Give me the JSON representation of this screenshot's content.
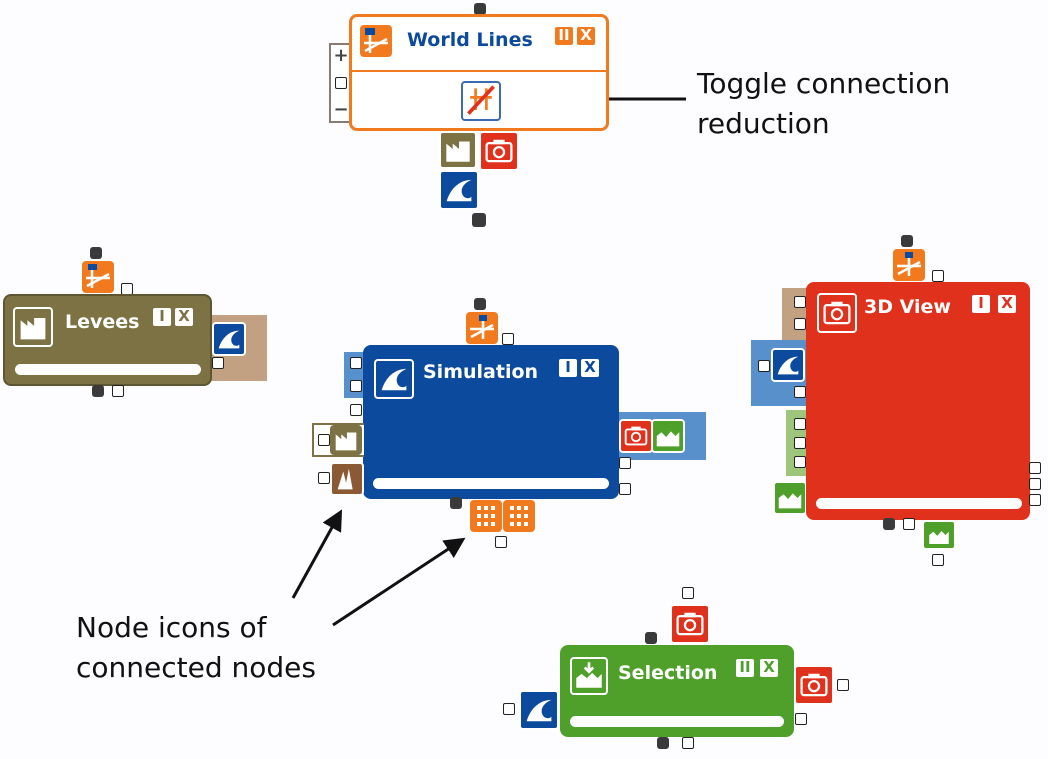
{
  "nodes": {
    "world_lines": {
      "title": "World Lines",
      "color": "#f27a1e"
    },
    "levees": {
      "title": "Levees",
      "color": "#7d7244"
    },
    "simulation": {
      "title": "Simulation",
      "color": "#0c4a9e"
    },
    "view3d": {
      "title": "3D View",
      "color": "#e0311c"
    },
    "selection": {
      "title": "Selection",
      "color": "#4fa02b"
    }
  },
  "buttons": {
    "pause": "II",
    "info": "I",
    "close": "X",
    "plus": "+",
    "minus": "−"
  },
  "annotations": {
    "toggle_line1": "Toggle connection",
    "toggle_line2": "reduction",
    "node_icons_line1": "Node icons of",
    "node_icons_line2": "connected nodes"
  },
  "icons": [
    "world-lines-icon",
    "levees-icon",
    "simulation-wave-icon",
    "camera-icon",
    "selection-icon",
    "grid-icon",
    "hydrograph-icon",
    "toggle-reduction-icon"
  ],
  "colors": {
    "orange": "#f27a1e",
    "olive": "#7d7244",
    "blue": "#0c4a9e",
    "red": "#e0311c",
    "green": "#4fa02b",
    "light_blue": "#5790cb",
    "tan": "#c2a082",
    "light_green": "#9dc57c"
  }
}
